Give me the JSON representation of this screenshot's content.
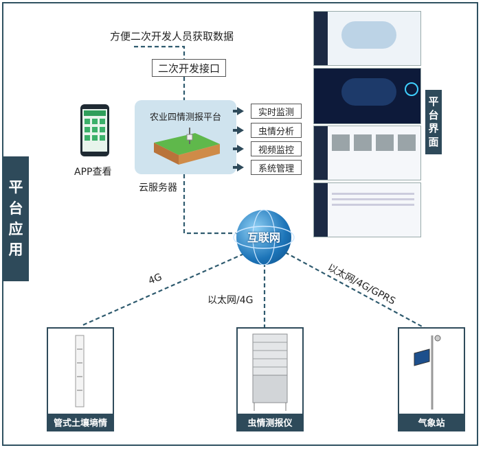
{
  "labels": {
    "data_access": "方便二次开发人员获取数据",
    "api_box": "二次开发接口",
    "platform_title": "农业四情测报平台",
    "cloud_server": "云服务器",
    "app_view": "APP查看",
    "internet": "互联网",
    "link_4g": "4G",
    "link_ethernet_4g": "以太网/4G",
    "link_ethernet_4g_gprs": "以太网/4G/GPRS"
  },
  "functions": [
    "实时监测",
    "虫情分析",
    "视频监控",
    "系统管理"
  ],
  "side_tags": {
    "left": [
      "平",
      "台",
      "应",
      "用"
    ],
    "right": [
      "平",
      "台",
      "界",
      "面"
    ]
  },
  "devices": [
    "管式土壤墒情",
    "虫情测报仪",
    "气象站"
  ],
  "colors": {
    "dark": "#2e4a5a",
    "platform_bg": "#cfe3ee",
    "dash": "#2e5a6e"
  }
}
